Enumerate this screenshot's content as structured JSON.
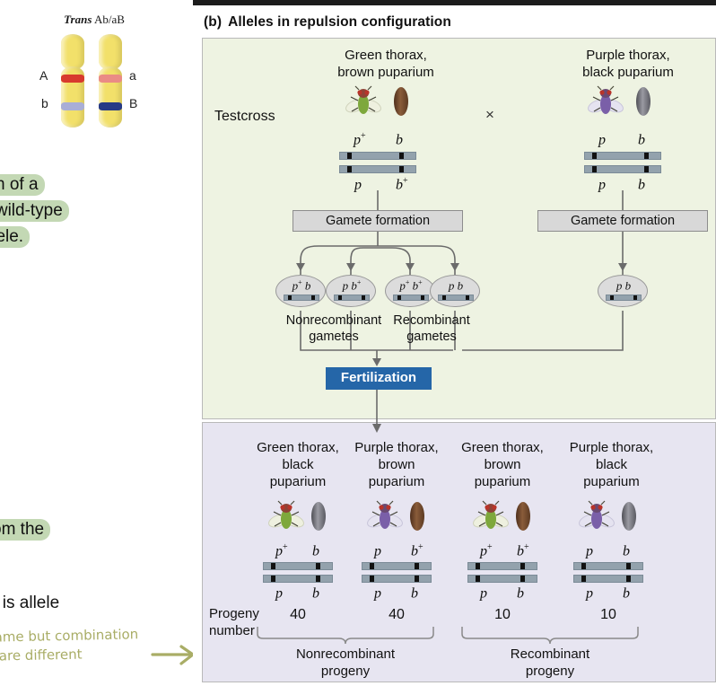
{
  "figure": {
    "tag": "(b)",
    "title": "Alleles in repulsion configuration"
  },
  "left_panel": {
    "chromosome_caption_italic": "Trans",
    "chromosome_caption_rest": "Ab/aB",
    "chromosome_labels": {
      "left_top": "A",
      "left_bottom": "b",
      "right_top": "a",
      "right_bottom": "B"
    },
    "colors": {
      "chromatid": "#f2e06a",
      "band_A": "#d83a2e",
      "band_a": "#ea8b85",
      "band_b": "#a9aed6",
      "band_B": "#273a86"
    },
    "notes": [
      {
        "line": "n of a",
        "highlight": true
      },
      {
        "line": "e wild-type",
        "highlight": true
      },
      {
        "line": "llele.",
        "highlight": true
      },
      {
        "line": "om the",
        "highlight": true
      },
      {
        "line": "s is allele",
        "highlight": false
      }
    ],
    "handwriting": {
      "line1": "same but combination",
      "line2": "s are different",
      "color": "#a9ad66"
    }
  },
  "cross_panel": {
    "background": "#eef3e2",
    "testcross_label": "Testcross",
    "cross_symbol": "×",
    "parents": [
      {
        "phenotype_line1": "Green thorax,",
        "phenotype_line2": "brown puparium",
        "fly_color": "#7ea83c",
        "pupa_color": "#6b4428",
        "top_allele_1": "p",
        "top_allele_1_sup": "+",
        "top_allele_2": "b",
        "top_allele_2_sup": "",
        "bottom_allele_1": "p",
        "bottom_allele_1_sup": "",
        "bottom_allele_2": "b",
        "bottom_allele_2_sup": "+"
      },
      {
        "phenotype_line1": "Purple thorax,",
        "phenotype_line2": "black puparium",
        "fly_color": "#7a5fa8",
        "pupa_color": "#6e6e76",
        "top_allele_1": "p",
        "top_allele_1_sup": "",
        "top_allele_2": "b",
        "top_allele_2_sup": "",
        "bottom_allele_1": "p",
        "bottom_allele_1_sup": "",
        "bottom_allele_2": "b",
        "bottom_allele_2_sup": ""
      }
    ],
    "gamete_formation_label_left": "Gamete formation",
    "gamete_formation_label_right": "Gamete formation",
    "gametes_left": [
      {
        "a1": "p",
        "s1": "+",
        "a2": "b",
        "s2": ""
      },
      {
        "a1": "p",
        "s1": "",
        "a2": "b",
        "s2": "+"
      },
      {
        "a1": "p",
        "s1": "+",
        "a2": "b",
        "s2": "+"
      },
      {
        "a1": "p",
        "s1": "",
        "a2": "b",
        "s2": ""
      }
    ],
    "gametes_right": [
      {
        "a1": "p",
        "s1": "",
        "a2": "b",
        "s2": ""
      }
    ],
    "gamete_group_labels": [
      {
        "line1": "Nonrecombinant",
        "line2": "gametes"
      },
      {
        "line1": "Recombinant",
        "line2": "gametes"
      }
    ],
    "fertilization_label": "Fertilization",
    "fertilization_color": "#2566a8"
  },
  "progeny_panel": {
    "background": "#e7e5f1",
    "progeny_number_label_line1": "Progeny",
    "progeny_number_label_line2": "number",
    "progeny": [
      {
        "phenotype_line1": "Green thorax,",
        "phenotype_line2": "black",
        "phenotype_line3": "puparium",
        "fly_color": "#7ea83c",
        "pupa_color": "#6e6e76",
        "top_allele_1": "p",
        "top_allele_1_sup": "+",
        "top_allele_2": "b",
        "top_allele_2_sup": "",
        "bottom_allele_1": "p",
        "bottom_allele_1_sup": "",
        "bottom_allele_2": "b",
        "bottom_allele_2_sup": "",
        "count": "40"
      },
      {
        "phenotype_line1": "Purple thorax,",
        "phenotype_line2": "brown",
        "phenotype_line3": "puparium",
        "fly_color": "#7a5fa8",
        "pupa_color": "#6b4428",
        "top_allele_1": "p",
        "top_allele_1_sup": "",
        "top_allele_2": "b",
        "top_allele_2_sup": "+",
        "bottom_allele_1": "p",
        "bottom_allele_1_sup": "",
        "bottom_allele_2": "b",
        "bottom_allele_2_sup": "",
        "count": "40"
      },
      {
        "phenotype_line1": "Green thorax,",
        "phenotype_line2": "brown",
        "phenotype_line3": "puparium",
        "fly_color": "#7ea83c",
        "pupa_color": "#6b4428",
        "top_allele_1": "p",
        "top_allele_1_sup": "+",
        "top_allele_2": "b",
        "top_allele_2_sup": "+",
        "bottom_allele_1": "p",
        "bottom_allele_1_sup": "",
        "bottom_allele_2": "b",
        "bottom_allele_2_sup": "",
        "count": "10"
      },
      {
        "phenotype_line1": "Purple thorax,",
        "phenotype_line2": "black",
        "phenotype_line3": "puparium",
        "fly_color": "#7a5fa8",
        "pupa_color": "#6e6e76",
        "top_allele_1": "p",
        "top_allele_1_sup": "",
        "top_allele_2": "b",
        "top_allele_2_sup": "",
        "bottom_allele_1": "p",
        "bottom_allele_1_sup": "",
        "bottom_allele_2": "b",
        "bottom_allele_2_sup": "",
        "count": "10"
      }
    ],
    "group_labels": [
      {
        "line1": "Nonrecombinant",
        "line2": "progeny"
      },
      {
        "line1": "Recombinant",
        "line2": "progeny"
      }
    ]
  }
}
